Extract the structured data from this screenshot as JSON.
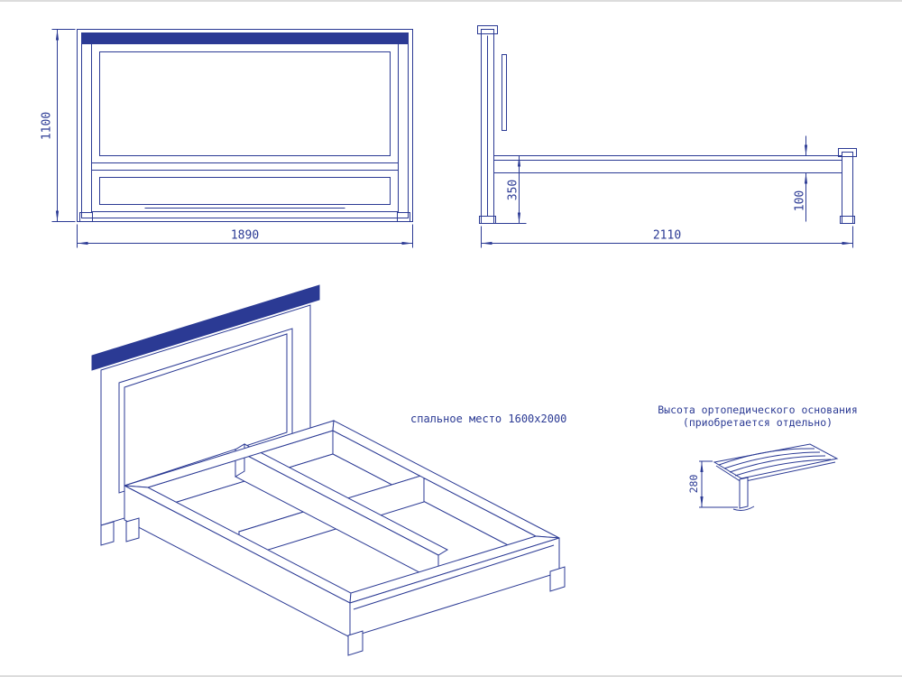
{
  "colors": {
    "line": "#2b3a94",
    "background": "#ffffff"
  },
  "front_view": {
    "height": "1100",
    "width": "1890"
  },
  "side_view": {
    "base_height": "350",
    "length": "2110",
    "rail_height": "100"
  },
  "isometric_view": {
    "sleeping_area": "спальное место 1600x2000"
  },
  "orthopedic_base": {
    "caption_line1": "Высота ортопедического основания",
    "caption_line2": "(приобретается отдельно)",
    "height": "280"
  }
}
